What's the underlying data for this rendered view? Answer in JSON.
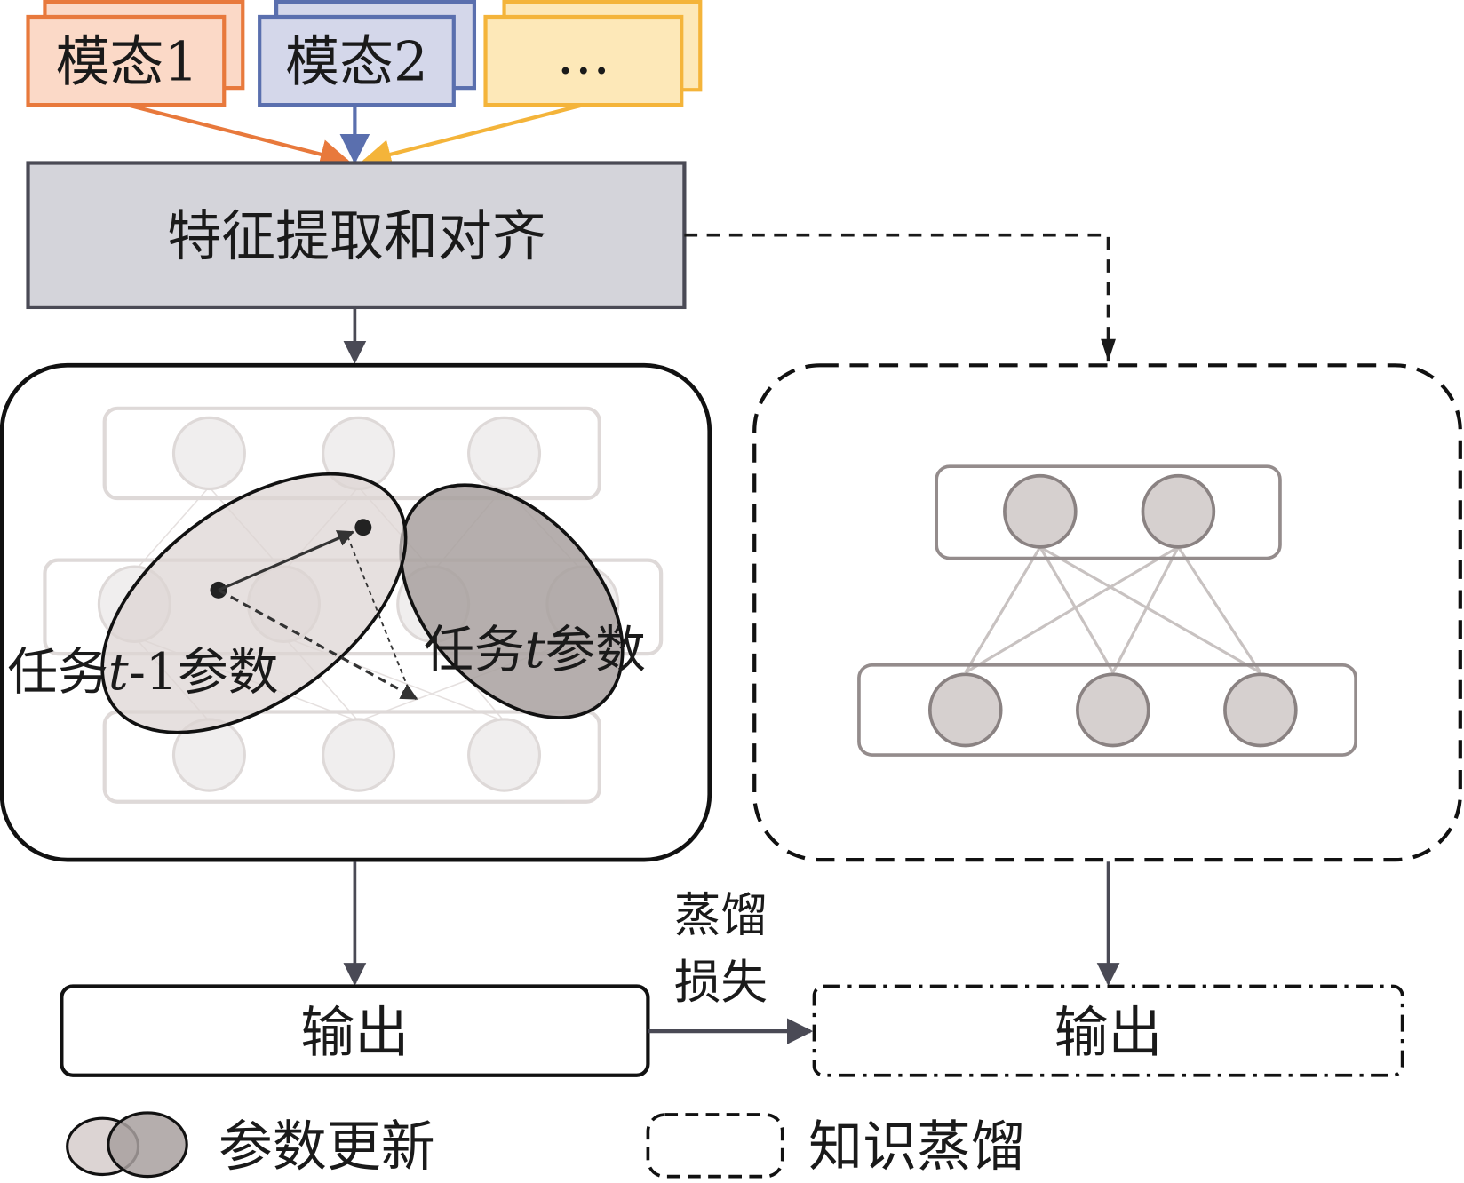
{
  "modalities": [
    {
      "label": "模态1",
      "fill": "#fbd9c7",
      "stroke": "#e8793c"
    },
    {
      "label": "模态2",
      "fill": "#d4d7ea",
      "stroke": "#5a6fae"
    },
    {
      "label": "…",
      "fill": "#fde8b8",
      "stroke": "#f4b43a"
    }
  ],
  "feature_block": {
    "label": "特征提取和对齐",
    "fill": "#d4d4da",
    "stroke": "#4a4a55"
  },
  "left_panel": {
    "ellipse_prev_label": "任务t-1参数",
    "ellipse_prev_label_parts": [
      "任务",
      "t",
      "-1参数"
    ],
    "ellipse_curr_label_parts": [
      "任务",
      "t",
      "参数"
    ],
    "ellipse_curr_label": "任务t参数"
  },
  "outputs": {
    "left_label": "输出",
    "right_label": "输出",
    "distill_loss_line1": "蒸馏",
    "distill_loss_line2": "损失"
  },
  "legend": {
    "param_update": "参数更新",
    "knowledge_distill": "知识蒸馏"
  },
  "colors": {
    "arrow": "#4a4a55",
    "node_fill": "#d6d0cf",
    "node_stroke": "#8a8282",
    "faded_node_fill": "#f0eeee",
    "faded_stroke": "#ddd7d6",
    "ellipse_prev": "#dcd4d3",
    "ellipse_curr": "#a8a09f"
  }
}
